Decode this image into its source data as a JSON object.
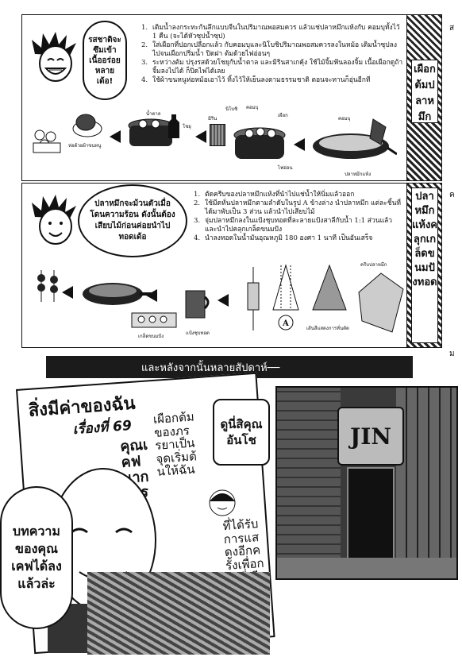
{
  "top_recipe": {
    "bubble": "รสชาติจะซึมเข้าเนื้ออร่อยหลายเด้อ!",
    "steps": [
      {
        "num": "1.",
        "text": "เติมน้ำลงกระทะก้นลึกแบบจีนในปริมาณพอสมควร แล้วแช่ปลาหมึกแห้งกับ คอมบุทั้งไว้ 1 คืน (จะได้หัวซุปน้ำซุป)"
      },
      {
        "num": "2.",
        "text": "ใส่เผือกที่ปอกเปลือกแล้ว กับคอมบุและนิโบชิปริมาณพอสมควรลงในหม้อ เติมน้ำซุปลงไปจนเผือกปริ่มน้ำ ปิดฝา ต้มด้วยไฟอ่อนๆ"
      },
      {
        "num": "3.",
        "text": "ระหว่างต้ม ปรุงรสด้วยโชยุกับน้ำตาล และมิรินสาเกคุ้ง ใช้ไม้จิ้มฟันลองจิ้ม เนื้อเผือกดูถ้าจิ้มลงไปได้ ก็ปิดไฟได้เลย"
      },
      {
        "num": "4.",
        "text": "ใช้ผ้าขนหนูห่อหม้อเอาไว้ ทิ้งไว้ให้เย็นลงตามธรรมชาติ ตอนจะทานก็อุ่นอีกที"
      }
    ],
    "captions": [
      "น้ำตาล",
      "โชยุ",
      "มิริน",
      "คอมบุ",
      "นิโบชิ",
      "เผือก",
      "ไฟอ่อน",
      "คอมบุ",
      "ปลาหมึกแห้ง",
      "ห่อด้วยผ้าขนหนู"
    ],
    "side_label": "เผือกต้มปลาหมึก"
  },
  "bottom_recipe": {
    "bubble": "ปลาหมึกจะม้วนตัวเมื่อโดนความร้อน ดังนั้นต้องเสียบไม้ก่อนค่อยนำไปทอดเด้อ",
    "steps": [
      {
        "num": "1.",
        "text": "ตัดครีบของปลาหมึกแห้งที่นำไปแช่น้ำให้นิ่มแล้วออก"
      },
      {
        "num": "2.",
        "text": "ใช้มีดหั่นปลาหมึกตามลำดับในรูป A ข้างล่าง นำปลาหมึก แต่ละชิ้นที่ได้มาพับเป็น 3 ส่วน แล้วนำไปเสียบไม้"
      },
      {
        "num": "3.",
        "text": "จุ่มปลาหมึกลงในแป้งชุบทอดที่ละลายแป้งสาลีกับน้ำ 1:1 ส่วนแล้ว และนำไปคลุกเกล็ดขนมปัง"
      },
      {
        "num": "4.",
        "text": "นำลงทอดในน้ำมันอุณหภูมิ 180 องศา 1 นาที เป็นอันเสร็จ"
      }
    ],
    "captions": [
      "แป้งชุบทอด",
      "เกล็ดขนมปัง",
      "ครีบปลาหมึก",
      "เส้นสีแสดงการหั่นตัด",
      "A"
    ],
    "side_label": "ปลาหมึกแห้งคลุกเกล็ดขนมปังทอด"
  },
  "banner": "และหลังจากนั้นหลายสัปดาห์──",
  "magazine": {
    "header": "สิ่งมีค่าของฉัน",
    "episode": "เรื่องที่ 69",
    "column1": "คุณเคฟนากามูระ (นักแสดงตลก)",
    "column2": "เผือกต้มของภรรยาเป็นจุดเริ่มต้นให้ฉัน",
    "column3": "ที่ได้รับการแสดงอีกครั้งเพื่อการที่เสียไป",
    "speech_left": "บทความของคุณเคฟได้ลงแล้วล่ะ",
    "speech_right": "ดูนี่สิคุณอันโช"
  },
  "street": {
    "sign": "JIN"
  },
  "page_marks": [
    "ส",
    "ค",
    "ม"
  ]
}
